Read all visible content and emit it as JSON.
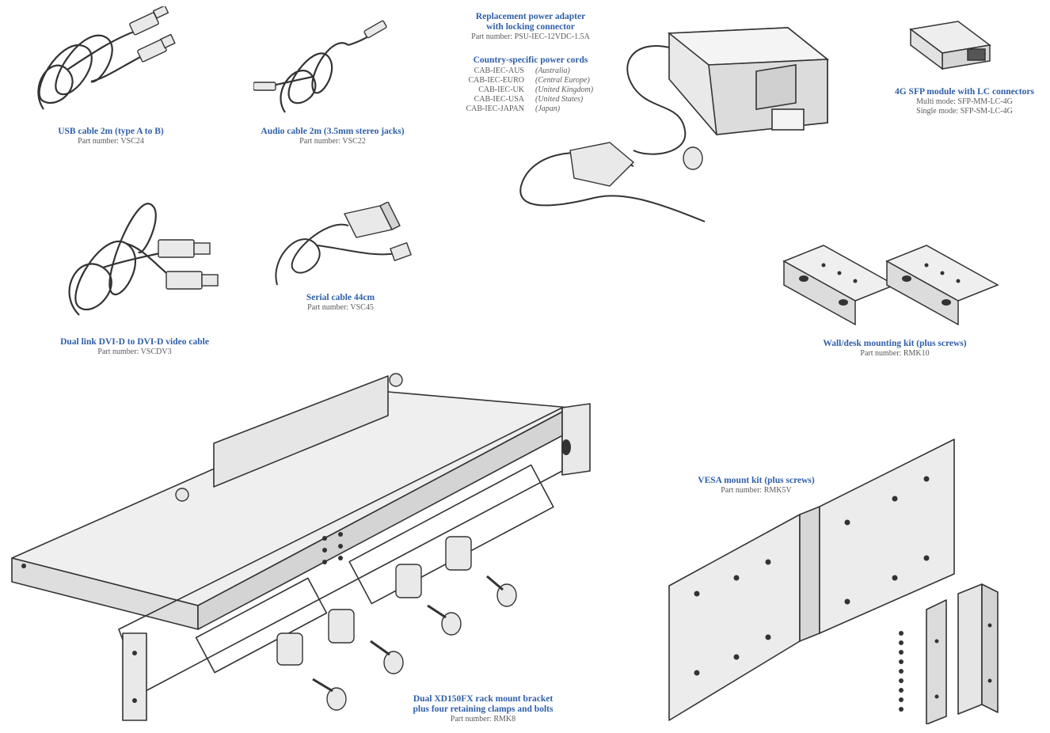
{
  "items": {
    "usb": {
      "title": "USB cable 2m (type A to B)",
      "part": "Part number: VSC24"
    },
    "audio": {
      "title": "Audio cable 2m (3.5mm stereo jacks)",
      "part": "Part number: VSC22"
    },
    "psu": {
      "title_line1": "Replacement power adapter",
      "title_line2": "with locking connector",
      "part": "Part number: PSU-IEC-12VDC-1.5A"
    },
    "cords": {
      "title": "Country-specific power cords",
      "rows": [
        {
          "code": "CAB-IEC-AUS",
          "region": "(Australia)"
        },
        {
          "code": "CAB-IEC-EURO",
          "region": "(Central Europe)"
        },
        {
          "code": "CAB-IEC-UK",
          "region": "(United Kingdom)"
        },
        {
          "code": "CAB-IEC-USA",
          "region": "(United States)"
        },
        {
          "code": "CAB-IEC-JAPAN",
          "region": "(Japan)"
        }
      ]
    },
    "sfp": {
      "title": "4G SFP module with LC connectors",
      "line1": "Multi mode:  SFP-MM-LC-4G",
      "line2": "Single mode:  SFP-SM-LC-4G"
    },
    "dvi": {
      "title": "Dual link DVI-D to DVI-D video cable",
      "part": "Part number: VSCDV3"
    },
    "serial": {
      "title": "Serial cable 44cm",
      "part": "Part number: VSC45"
    },
    "wall": {
      "title": "Wall/desk mounting kit (plus screws)",
      "part": "Part number: RMK10"
    },
    "vesa": {
      "title": "VESA mount kit (plus screws)",
      "part": "Part number: RMK5V"
    },
    "rack": {
      "title_line1": "Dual XD150FX rack mount bracket",
      "title_line2": "plus four retaining clamps and bolts",
      "part": "Part number: RMK8"
    }
  },
  "colors": {
    "title": "#2f5fa8",
    "part": "#5a5a5a",
    "line": "#333333",
    "fill": "#e9e9e9"
  }
}
